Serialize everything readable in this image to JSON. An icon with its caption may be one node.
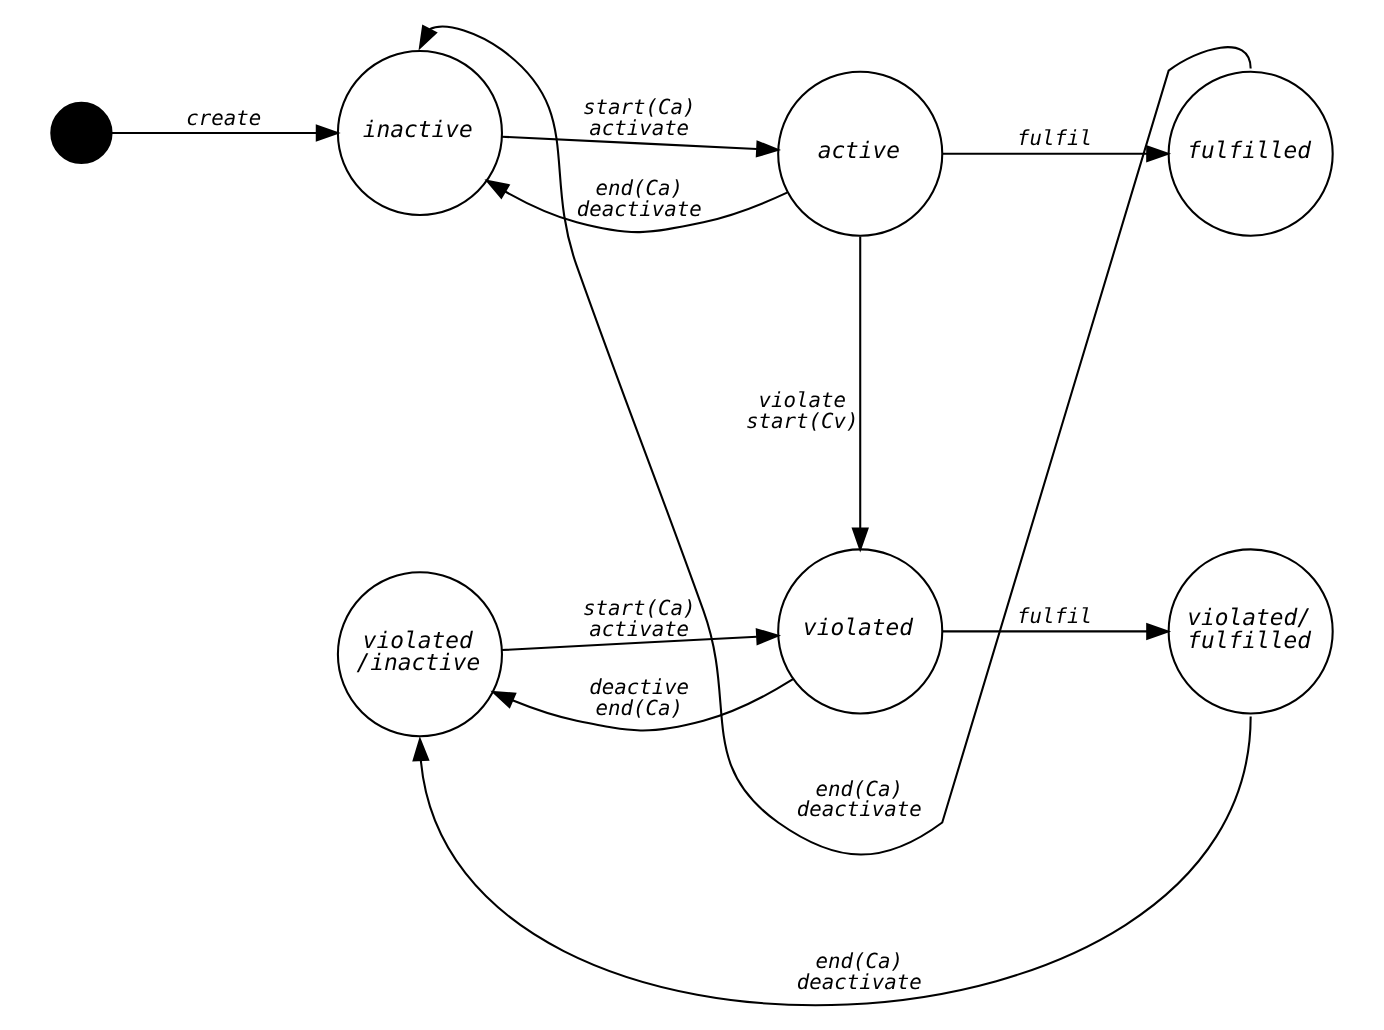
{
  "diagram": {
    "nodes": [
      {
        "text": [],
        "shape": "circle"
      },
      {
        "text": [
          "inactive"
        ]
      },
      {
        "text": [
          "active"
        ]
      },
      {
        "text": [
          "fulfilled"
        ]
      },
      {
        "text": [
          "violated /inactive"
        ]
      },
      {
        "text": [
          "violated"
        ]
      },
      {
        "text": [
          "violated/ fulfilled"
        ]
      }
    ],
    "edges": [
      {
        "from": 0,
        "to": 1,
        "arrow": "to",
        "label": "create"
      },
      {
        "from": 1,
        "to": 2,
        "arrow": "to",
        "label": "start(Ca) activate"
      },
      {
        "from": 2,
        "to": 1,
        "arrow": "to",
        "label": "end(Ca) deactivate"
      },
      {
        "from": 2,
        "to": 3,
        "arrow": "to",
        "label": "fulfil"
      },
      {
        "from": 3,
        "to": 1,
        "arrow": "to",
        "label": "end(Ca) deactivate"
      },
      {
        "from": 2,
        "to": 5,
        "arrow": "to",
        "label": "violate start(Cv)"
      },
      {
        "from": 4,
        "to": 5,
        "arrow": "to",
        "label": "start(Ca) activate"
      },
      {
        "from": 5,
        "to": 4,
        "arrow": "to",
        "label": "deactive end(Ca)"
      },
      {
        "from": 5,
        "to": 6,
        "arrow": "to",
        "label": "fulfil"
      },
      {
        "from": 6,
        "to": 4,
        "arrow": "to",
        "label": "end(Ca) deactivate"
      }
    ]
  }
}
